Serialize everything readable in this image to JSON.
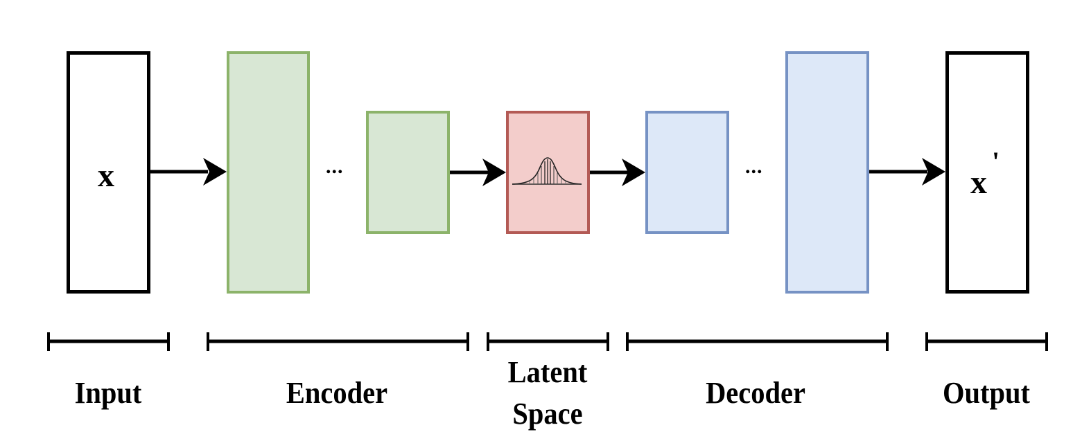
{
  "diagram": {
    "title": "Variational Autoencoder Architecture",
    "blocks": {
      "input": {
        "symbol": "x",
        "color_border": "#000000",
        "color_fill": "#ffffff"
      },
      "encoder_1": {
        "color_border": "#8cb36a",
        "color_fill": "#d8e7d4"
      },
      "encoder_2": {
        "color_border": "#8cb36a",
        "color_fill": "#d8e7d4"
      },
      "latent": {
        "icon": "gaussian-distribution-icon",
        "color_border": "#b35a55",
        "color_fill": "#f3cdcb"
      },
      "decoder_1": {
        "color_border": "#7692c4",
        "color_fill": "#dde8f8"
      },
      "decoder_2": {
        "color_border": "#7692c4",
        "color_fill": "#dde8f8"
      },
      "output": {
        "symbol": "x",
        "prime": "'",
        "color_border": "#000000",
        "color_fill": "#ffffff"
      }
    },
    "ellipsis": "...",
    "sections": {
      "input": "Input",
      "encoder": "Encoder",
      "latent_line1": "Latent",
      "latent_line2": "Space",
      "decoder": "Decoder",
      "output": "Output"
    }
  }
}
